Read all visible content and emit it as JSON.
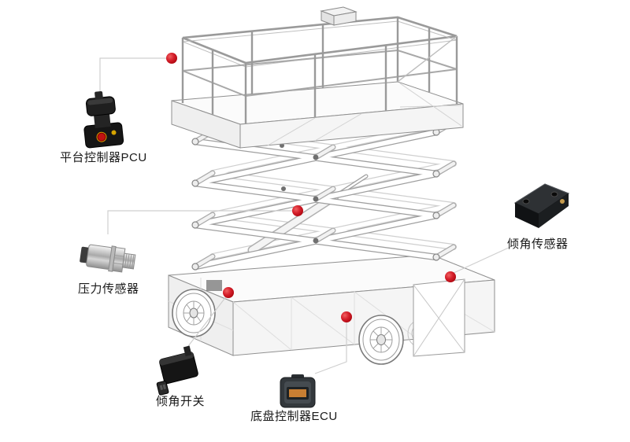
{
  "colors": {
    "background": "#ffffff",
    "marker_red": "#c40011",
    "callout_line": "#cfcfcf",
    "label_text": "#1a1a1a"
  },
  "components": {
    "pcu": {
      "label": "平台控制器PCU"
    },
    "pressure_sensor": {
      "label": "压力传感器"
    },
    "tilt_switch": {
      "label": "倾角开关"
    },
    "ecu": {
      "label": "底盘控制器ECU"
    },
    "tilt_sensor": {
      "label": "倾角传感器"
    }
  }
}
